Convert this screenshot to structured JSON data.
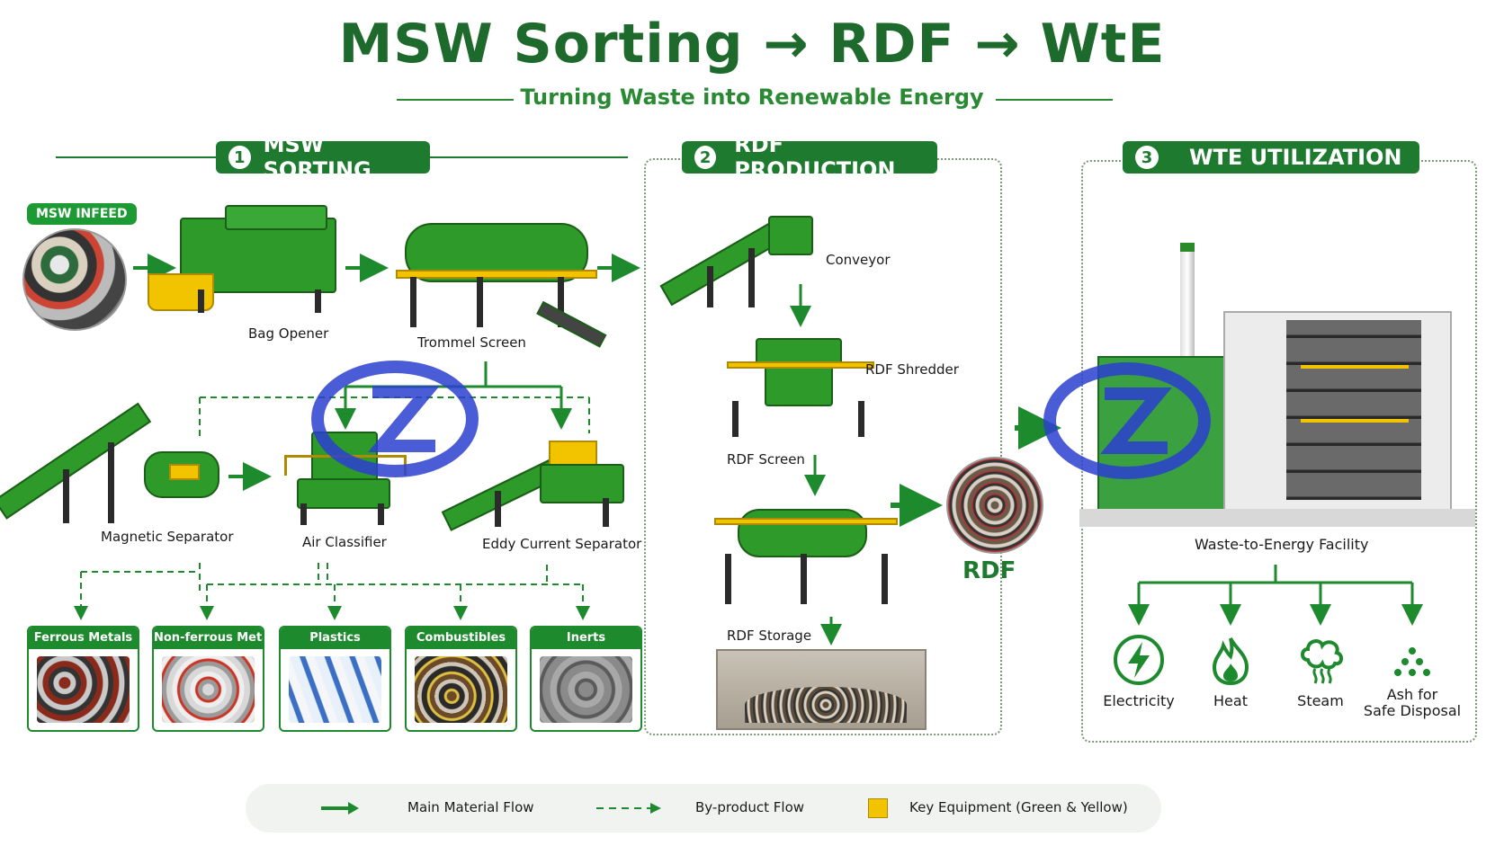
{
  "title": "MSW Sorting → RDF → WtE",
  "subtitle": "Turning Waste into Renewable Energy",
  "sections": [
    {
      "num": "1",
      "label": "MSW SORTING"
    },
    {
      "num": "2",
      "label": "RDF PRODUCTION"
    },
    {
      "num": "3",
      "label": "WTE UTILIZATION"
    }
  ],
  "sorting": {
    "infeed_badge": "MSW INFEED",
    "equipment": [
      "Bag Opener",
      "Trommel Screen",
      "Magnetic Separator",
      "Air Classifier",
      "Eddy Current Separator"
    ],
    "products": [
      "Ferrous Metals",
      "Non-ferrous Metals",
      "Plastics",
      "Combustibles",
      "Inerts"
    ]
  },
  "rdf": {
    "equipment": [
      "Conveyor",
      "RDF Shredder",
      "RDF Screen",
      "RDF Storage"
    ],
    "output_label": "RDF"
  },
  "wte": {
    "facility_label": "Waste-to-Energy Facility",
    "outputs": [
      {
        "label": "Electricity",
        "icon": "lightning-icon"
      },
      {
        "label": "Heat",
        "icon": "flame-icon"
      },
      {
        "label": "Steam",
        "icon": "steam-icon"
      },
      {
        "label": "Ash for\nSafe Disposal",
        "icon": "ash-dots-icon"
      }
    ]
  },
  "legend": {
    "main_flow": "Main Material Flow",
    "byproduct_flow": "By-product Flow",
    "key_equipment": "Key Equipment (Green & Yellow)"
  },
  "colors": {
    "dark_green": "#1d6a2c",
    "green": "#1e8a2e",
    "yellow": "#f2c400",
    "watermark_blue": "#2b3fd0"
  }
}
